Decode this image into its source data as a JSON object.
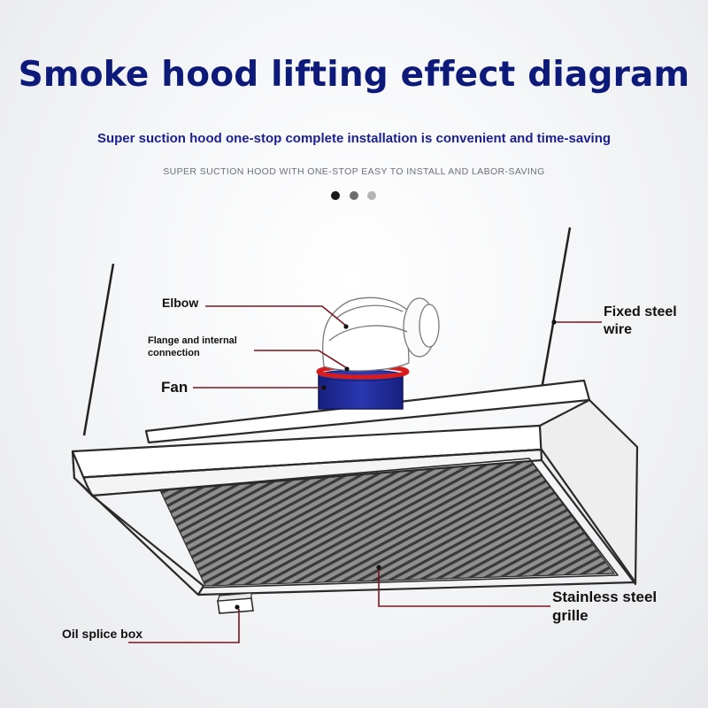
{
  "header": {
    "title": "Smoke hood lifting effect diagram",
    "subtitle": "Super suction hood one-stop complete installation is convenient and time-saving",
    "subtitle_en": "SUPER SUCTION HOOD WITH ONE-STOP  EASY TO INSTALL AND LABOR-SAVING"
  },
  "pager": {
    "dot_colors": [
      "#1a1a1a",
      "#6e6e6e",
      "#b4b4b4"
    ]
  },
  "labels": {
    "elbow": "Elbow",
    "flange": "Flange and internal connection",
    "fan": "Fan",
    "wire": "Fixed steel wire",
    "grille": "Stainless steel grille",
    "oil_box": "Oil splice box"
  },
  "colors": {
    "title": "#0d1a7a",
    "leader_line": "#7a1520",
    "fan_body": "#1f2a9a",
    "flange_ring": "#d81c1c"
  }
}
